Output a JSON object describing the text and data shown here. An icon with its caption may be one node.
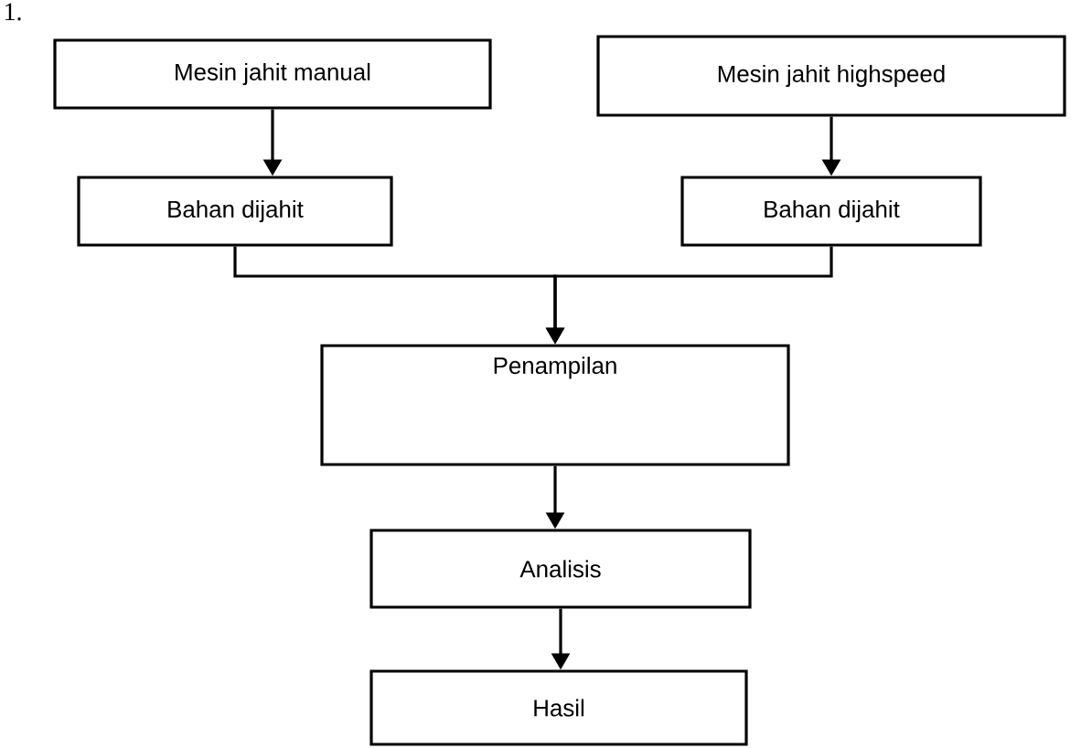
{
  "diagram": {
    "nodes": [
      {
        "text": [
          "Mesin jahit manual"
        ]
      },
      {
        "text": [
          "Mesin jahit highspeed"
        ]
      },
      {
        "text": [
          "Bahan dijahit"
        ]
      },
      {
        "text": [
          "Bahan dijahit"
        ]
      },
      {
        "text": [
          "Penampilan"
        ]
      },
      {
        "text": [
          "Analisis"
        ]
      },
      {
        "text": [
          "Hasil"
        ]
      }
    ],
    "edges": [
      {
        "from": 0,
        "to": 2,
        "arrow": "to"
      },
      {
        "from": 1,
        "to": 3,
        "arrow": "to"
      },
      {
        "from": 2,
        "to": 4,
        "arrow": "to"
      },
      {
        "from": 3,
        "to": 4,
        "arrow": "to"
      },
      {
        "from": 4,
        "to": 5,
        "arrow": "to"
      },
      {
        "from": 5,
        "to": 6,
        "arrow": "to"
      }
    ],
    "labels": [
      "1."
    ]
  }
}
